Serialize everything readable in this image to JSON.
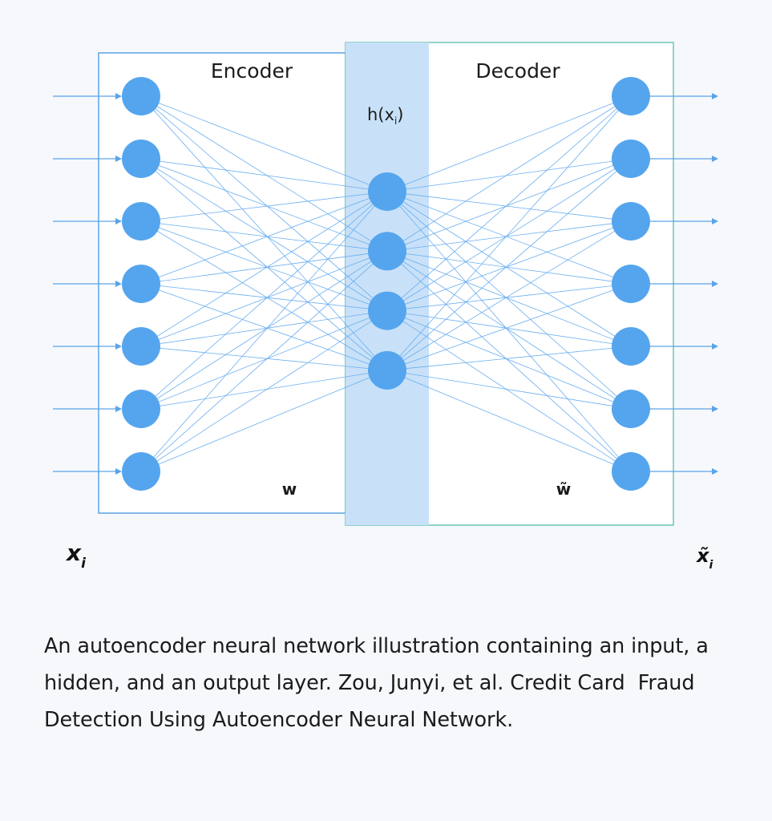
{
  "diagram": {
    "encoder_label": "Encoder",
    "decoder_label": "Decoder",
    "hidden_label_base": "h(x",
    "hidden_label_sub": "i",
    "hidden_label_close": ")",
    "encoder_weight_label": "w",
    "decoder_weight_label": "w̃",
    "input_label_base": "x",
    "input_label_sub": "i",
    "output_label_base": "x̃",
    "output_label_sub": "i",
    "input_node_count": 7,
    "hidden_node_count": 4,
    "output_node_count": 7,
    "colors": {
      "node": "#55a5ee",
      "connection": "#6aaef0",
      "encoder_border": "#5aa3e3",
      "decoder_border": "#6cc5b6",
      "hidden_band": "#c8e1f8",
      "panel_fill": "#ffffff",
      "arrow": "#5aa3e8"
    }
  },
  "caption": {
    "text": "An autoencoder neural network illustration containing an input, a hidden, and an output layer. Zou, Junyi, et al. Credit Card  Fraud Detection Using Autoencoder Neural Network."
  }
}
